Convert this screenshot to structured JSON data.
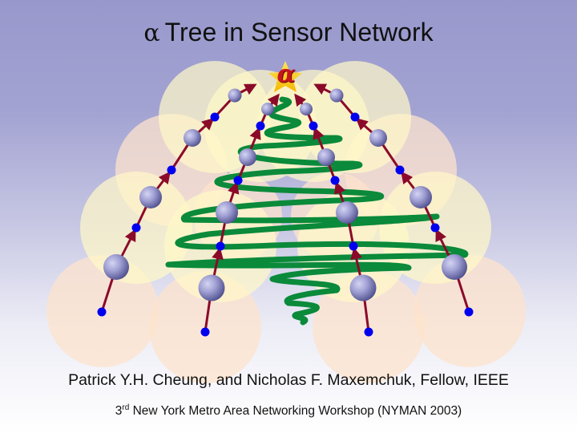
{
  "slide": {
    "title": {
      "symbol": "α",
      "text": "Tree in Sensor Network"
    },
    "authors": "Patrick Y.H. Cheung, and Nicholas F. Maxemchuk, Fellow, IEEE",
    "venue": {
      "number": "3",
      "ordinal_suffix": "rd",
      "text": "New York Metro Area Networking Workshop (NYMAN 2003)"
    },
    "star_label": "α",
    "colors": {
      "background_top": "#9898cc",
      "background_bottom": "#ffffff",
      "coverage_yellow": "#fffacd",
      "coverage_peach": "#fde3cc",
      "link_arrow": "#8b0a2a",
      "relay_node": "#0000ee",
      "sensor_sphere": "#9a9ad0",
      "tree_scribble": "#0a8a3a",
      "star": "#ffd21f",
      "alpha_glyph": "#c8141e"
    },
    "diagram": {
      "chains": [
        {
          "name": "left-outer",
          "relays": 4,
          "spheres": 4
        },
        {
          "name": "left-inner",
          "relays": 4,
          "spheres": 4
        },
        {
          "name": "right-inner",
          "relays": 4,
          "spheres": 4
        },
        {
          "name": "right-outer",
          "relays": 4,
          "spheres": 4
        }
      ]
    }
  }
}
